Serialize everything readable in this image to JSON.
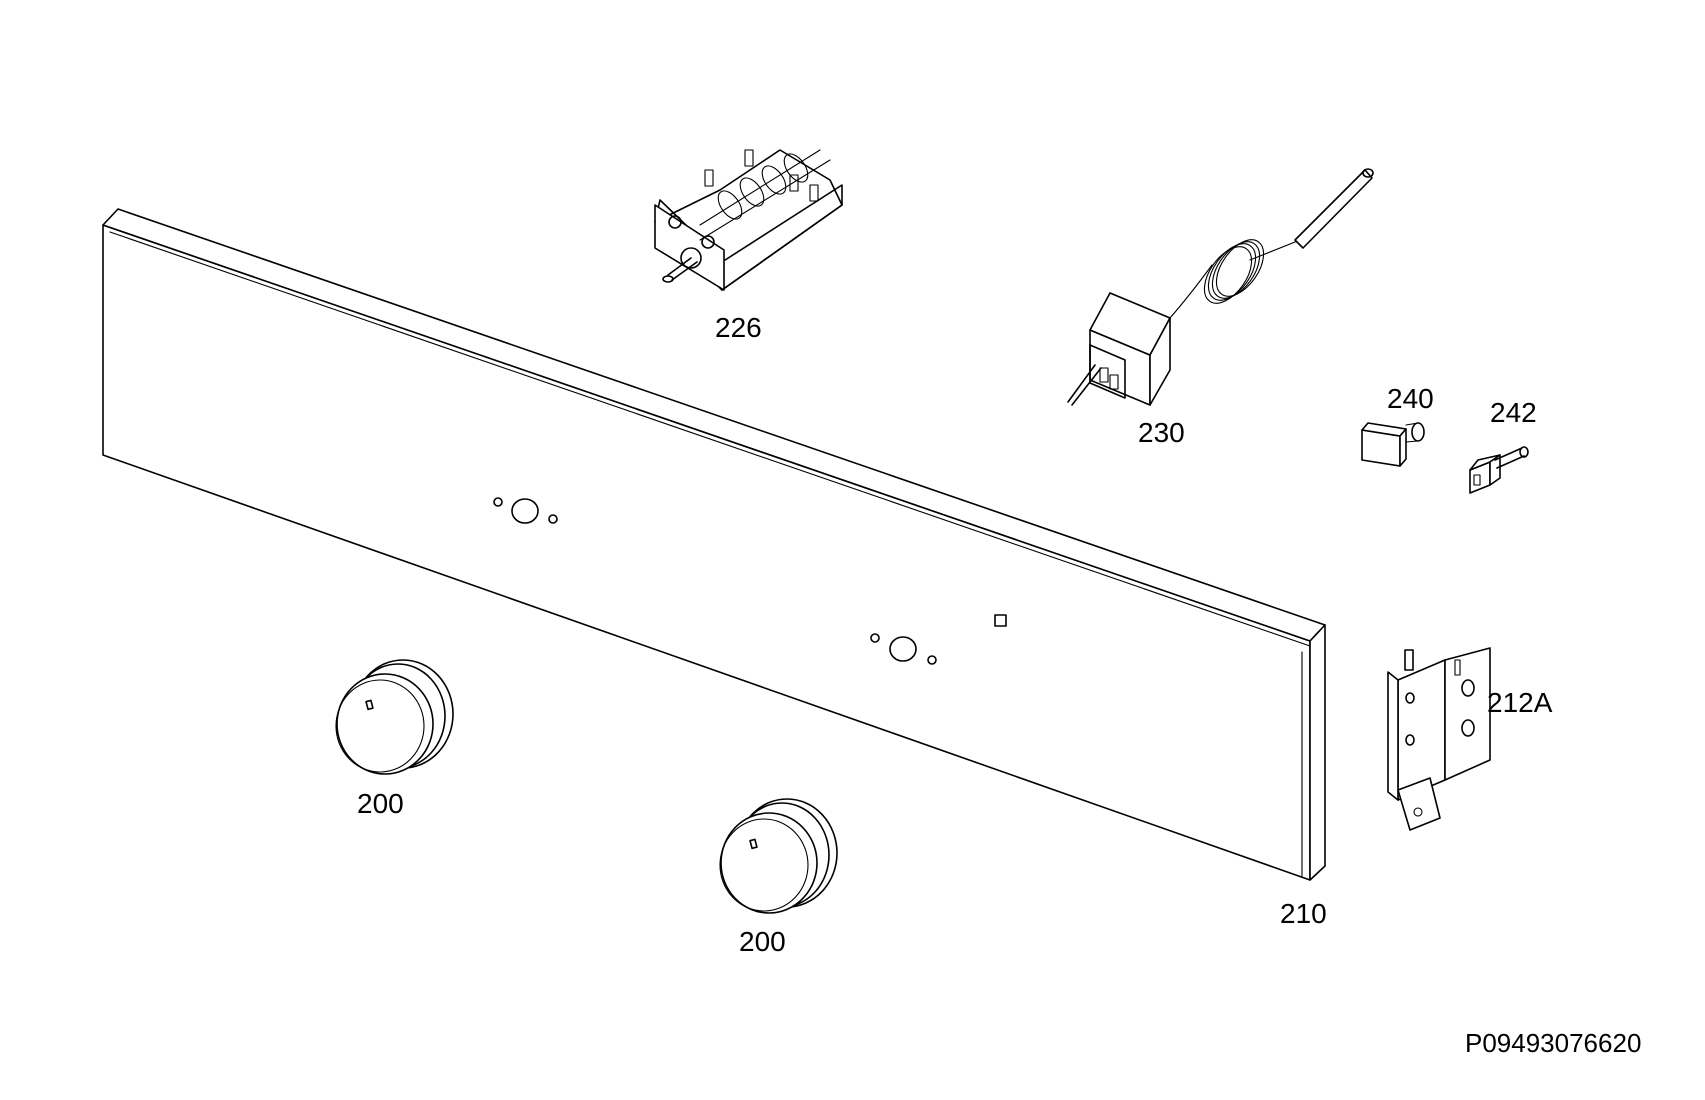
{
  "parts": [
    {
      "id": "p226",
      "label": "226"
    },
    {
      "id": "p230",
      "label": "230"
    },
    {
      "id": "p240",
      "label": "240"
    },
    {
      "id": "p242",
      "label": "242"
    },
    {
      "id": "p212a",
      "label": "212A"
    },
    {
      "id": "p210",
      "label": "210"
    },
    {
      "id": "p200a",
      "label": "200"
    },
    {
      "id": "p200b",
      "label": "200"
    }
  ],
  "document_number": "P09493076620"
}
